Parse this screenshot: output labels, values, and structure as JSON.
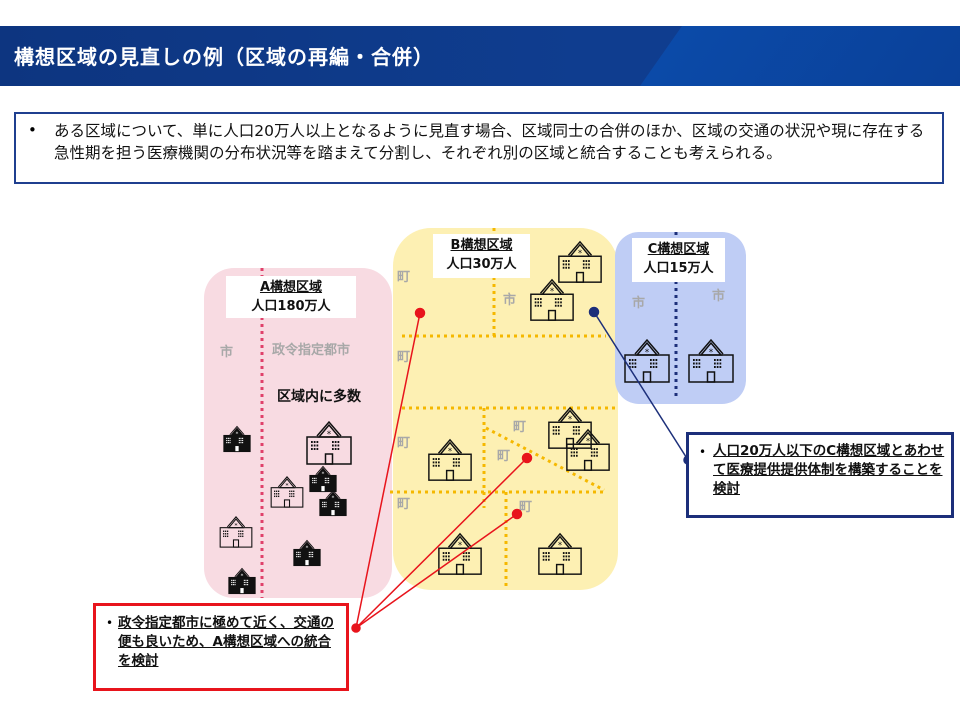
{
  "header": {
    "title": "構想区域の見直しの例（区域の再編・合併）"
  },
  "intro": {
    "bullet": "•",
    "text": "ある区域について、単に人口20万人以上となるように見直す場合、区域同士の合併のほか、区域の交通の状況や現に存在する急性期を担う医療機関の分布状況等を踏まえて分割し、それぞれ別の区域と統合することも考えられる。"
  },
  "regions": {
    "a": {
      "name": "A構想区域",
      "population": "人口180万人",
      "city_label": "市",
      "designated_city": "政令指定都市",
      "many_label": "区域内に多数",
      "color": "#f8dbe2"
    },
    "b": {
      "name": "B構想区域",
      "population": "人口30万人",
      "town_label": "町",
      "city_label": "市",
      "color": "#fdf0b3"
    },
    "c": {
      "name": "C構想区域",
      "population": "人口15万人",
      "city_label": "市",
      "color": "#bfcdf5"
    }
  },
  "callouts": {
    "c_merge": {
      "bullet": "•",
      "text": "人口20万人以下のC構想区域とあわせて医療提供提供体制を構築することを検討",
      "color": "#1c2f7a"
    },
    "a_merge": {
      "bullet": "•",
      "text": "政令指定都市に極めて近く、交通の便も良いため、A構想区域への統合を検討",
      "color": "#e8141c"
    }
  },
  "icons": {
    "hospital": "hospital-icon"
  }
}
